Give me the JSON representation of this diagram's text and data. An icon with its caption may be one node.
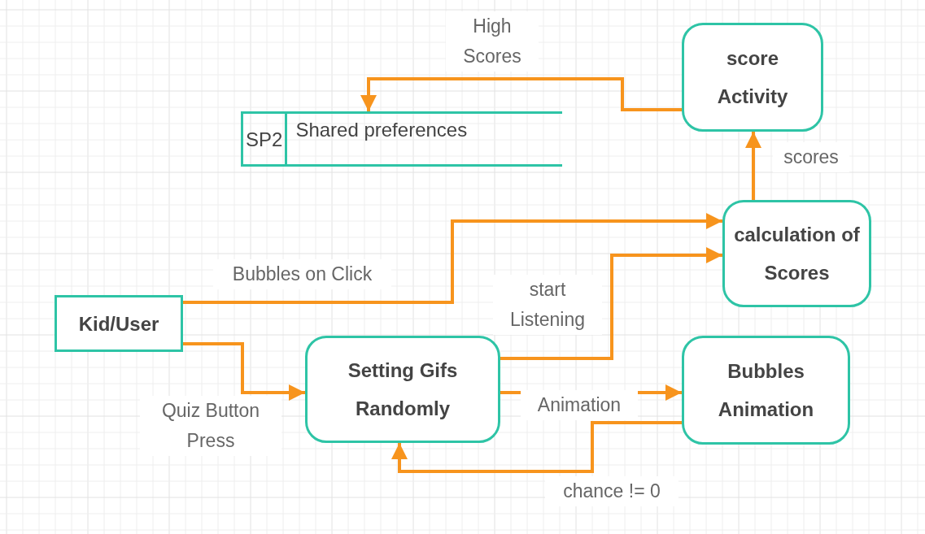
{
  "diagram": {
    "nodes": [
      {
        "text": [
          "score Activity"
        ]
      },
      {
        "text": [
          "SP2",
          "Shared preferences"
        ]
      },
      {
        "text": [
          "calculation of Scores"
        ]
      },
      {
        "text": [
          "Kid/User"
        ]
      },
      {
        "text": [
          "Setting Gifs Randomly"
        ]
      },
      {
        "text": [
          "Bubbles Animation"
        ]
      }
    ],
    "edges": [
      {
        "from": 0,
        "to": 1,
        "arrow": "to",
        "label": "High Scores"
      },
      {
        "from": 2,
        "to": 0,
        "arrow": "to",
        "label": "scores"
      },
      {
        "from": 3,
        "to": 2,
        "arrow": "to",
        "label": "Bubbles on Click"
      },
      {
        "from": 3,
        "to": 4,
        "arrow": "to",
        "label": "Quiz Button Press"
      },
      {
        "from": 4,
        "to": 2,
        "arrow": "to",
        "label": "start Listening"
      },
      {
        "from": 4,
        "to": 5,
        "arrow": "to",
        "label": "Animation"
      },
      {
        "from": 5,
        "to": 4,
        "arrow": "to",
        "label": "chance != 0"
      }
    ]
  }
}
